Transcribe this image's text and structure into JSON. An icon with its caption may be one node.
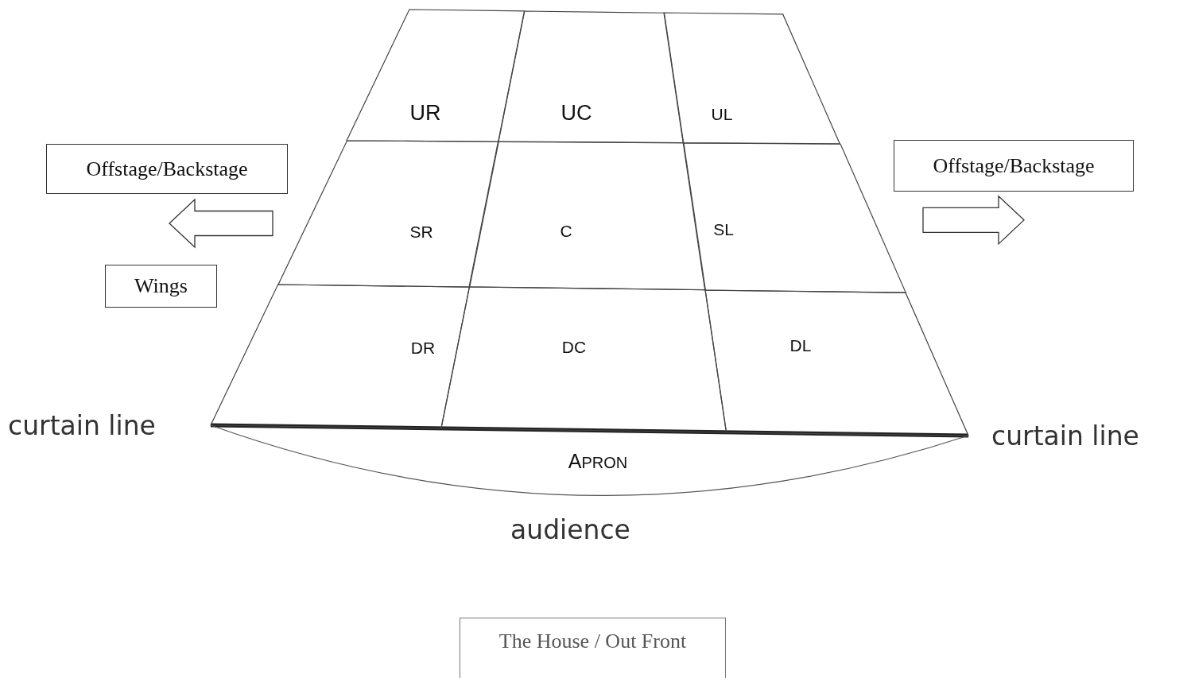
{
  "diagram": {
    "nodes": [
      {
        "text": [
          "UR"
        ]
      },
      {
        "text": [
          "UC"
        ]
      },
      {
        "text": [
          "UL"
        ]
      },
      {
        "text": [
          "Offstage/Backstage"
        ]
      },
      {
        "text": [
          "Offstage/Backstage"
        ]
      },
      {
        "text": [
          "SR"
        ]
      },
      {
        "text": [
          "C"
        ]
      },
      {
        "text": [
          "SL"
        ]
      },
      {
        "text": [
          "Wings"
        ]
      },
      {
        "text": [
          "DR"
        ]
      },
      {
        "text": [
          "DC"
        ]
      },
      {
        "text": [
          "DL"
        ]
      },
      {
        "text": [
          "APRON"
        ]
      },
      {
        "text": [
          "The House / Out Front"
        ]
      }
    ],
    "edges": [
      {
        "from": 5,
        "to": 3,
        "arrow": "to"
      },
      {
        "from": 7,
        "to": 4,
        "arrow": "to"
      }
    ],
    "labels": [
      "curtain line",
      "curtain line",
      "audience"
    ]
  }
}
